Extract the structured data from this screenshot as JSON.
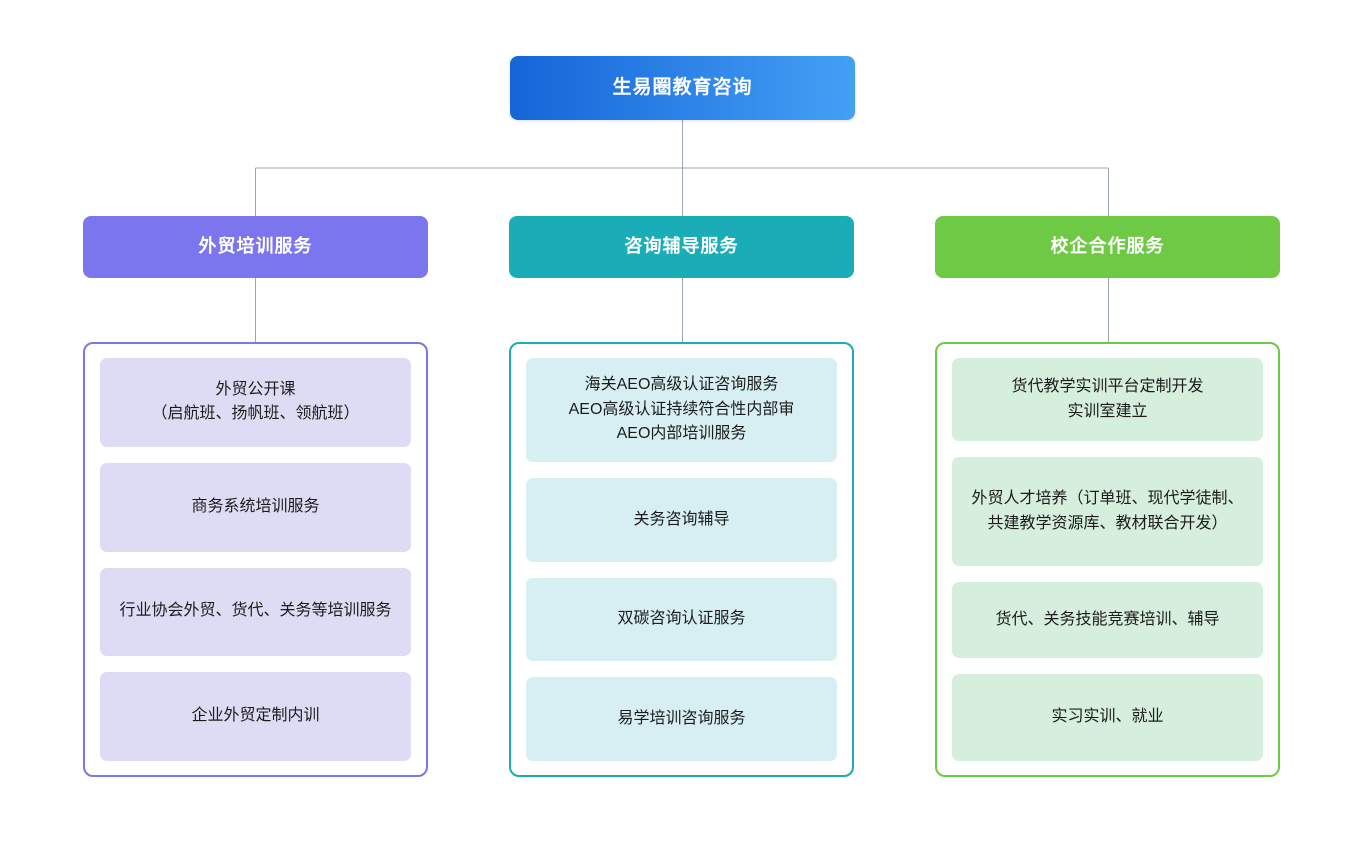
{
  "diagram": {
    "type": "organization-chart",
    "orientation": "top-down",
    "connector_color": "#9aa7b4",
    "root": {
      "label": "生易圈教育咨询",
      "gradient_from": "#1565d8",
      "gradient_to": "#44a0f5",
      "text_color": "#ffffff"
    },
    "branches": [
      {
        "label": "外贸培训服务",
        "header_color": "#7b76ee",
        "border_color": "#7b76ee",
        "card_color": "#dedcf5",
        "text_color": "#ffffff",
        "items": [
          {
            "label": "外贸公开课\n（启航班、扬帆班、领航班）",
            "heights": 92
          },
          {
            "label": "商务系统培训服务",
            "heights": 92
          },
          {
            "label": "行业协会外贸、货代、关务等培训服务",
            "heights": 92
          },
          {
            "label": "企业外贸定制内训",
            "heights": 92
          }
        ]
      },
      {
        "label": "咨询辅导服务",
        "header_color": "#1aadb7",
        "border_color": "#1aadb7",
        "card_color": "#d7eff2",
        "text_color": "#ffffff",
        "items": [
          {
            "label": "海关AEO高级认证咨询服务\nAEO高级认证持续符合性内部审\nAEO内部培训服务",
            "heights": 110
          },
          {
            "label": "关务咨询辅导",
            "heights": 88
          },
          {
            "label": "双碳咨询认证服务",
            "heights": 88
          },
          {
            "label": "易学培训咨询服务",
            "heights": 88
          }
        ]
      },
      {
        "label": "校企合作服务",
        "header_color": "#6ec945",
        "border_color": "#6ec945",
        "card_color": "#d6eedc",
        "text_color": "#ffffff",
        "items": [
          {
            "label": "货代教学实训平台定制开发\n实训室建立",
            "heights": 84
          },
          {
            "label": "外贸人才培养（订单班、现代学徒制、共建教学资源库、教材联合开发）",
            "heights": 110
          },
          {
            "label": "货代、关务技能竞赛培训、辅导",
            "heights": 76
          },
          {
            "label": "实习实训、就业",
            "heights": 88
          }
        ]
      }
    ]
  }
}
